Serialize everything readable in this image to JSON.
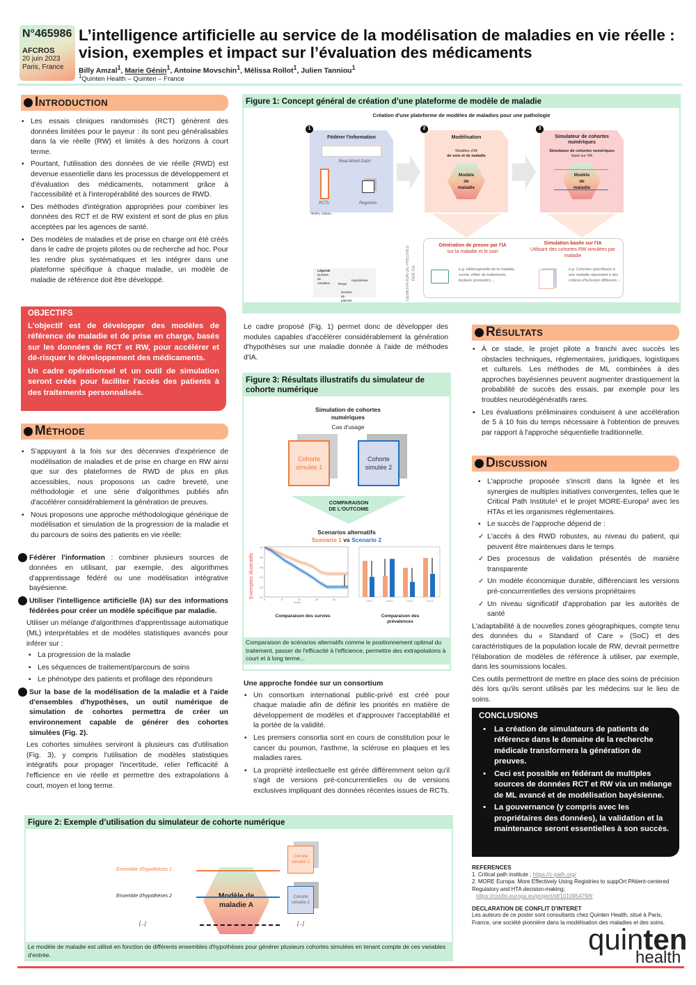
{
  "header": {
    "poster_number": "N°465986",
    "event": "AFCROS",
    "date": "20 juin 2023",
    "location": "Paris, France",
    "title_line1": "L’intelligence artificielle au service de la modélisation de maladies en vie réelle :",
    "title_line2": "vision, exemples et impact sur l’évaluation des médicaments",
    "authors": [
      {
        "name": "Billy Amzal",
        "sup": "1"
      },
      {
        "name": "Marie Génin",
        "sup": "1"
      },
      {
        "name": "Antoine Movschin",
        "sup": "1"
      },
      {
        "name": "Mélissa Rollot",
        "sup": "1"
      },
      {
        "name": "Julien Tanniou",
        "sup": "1"
      }
    ],
    "affiliation_sup": "1",
    "affiliation": "Quinten Health – Quinten – France"
  },
  "introduction": {
    "title": "Introduction",
    "bullets": [
      "Les essais cliniques randomisés (RCT) génèrent des données limitées pour le payeur : ils sont peu généralisables dans la vie réelle (RW) et limités à des horizons à court terme.",
      "Pourtant, l'utilisation des données de vie réelle (RWD) est devenue essentielle dans les processus de développement et d'évaluation des médicaments, notamment grâce à l'accessibilité et à l'interopérabilité des sources de RWD.",
      "Des méthodes d'intégration appropriées pour combiner les données des RCT et de RW existent et sont de plus en plus acceptées par les agences de santé.",
      "Des modèles de maladies et de prise en charge ont été créés dans le cadre de projets pilotes ou de recherche ad hoc. Pour les rendre plus systématiques et les intégrer dans une plateforme spécifique à chaque maladie, un modèle de maladie de référence doit être développé."
    ]
  },
  "objectifs": {
    "title": "OBJECTIFS",
    "p1": "L'objectif est de développer des modèles de référence de maladie et de prise en charge, basés sur les données de RCT et RW, pour accélérer et dé-risquer le développement des médicaments.",
    "p2": "Un cadre opérationnel et un outil de simulation seront créés pour faciliter l'accès des patients à des traitements personnalisés."
  },
  "methode": {
    "title": "Méthode",
    "bullets": [
      "S'appuyant à la fois sur des décennies d'expérience de modélisation de maladies et de prise en charge en RW ainsi que sur des plateformes de RWD de plus en plus accessibles, nous proposons un cadre breveté, une méthodologie et une série d'algorithmes publiés afin d'accélérer considérablement la génération de preuves.",
      "Nous proposons une approche méthodologique générique de modélisation et simulation de la progression de la maladie et du parcours de soins des patients en vie réelle:"
    ],
    "steps": [
      {
        "n": "1",
        "bold": "Fédérer l'information",
        "text": " : combiner plusieurs sources de données en utilisant, par exemple, des algorithmes d'apprentissage fédéré ou une modélisation intégrative bayésienne."
      },
      {
        "n": "2",
        "bold": "Utiliser l'intelligence artificielle (IA) sur des informations fédérées pour créer un modèle spécifique par maladie.",
        "text": ""
      },
      {
        "n": "3",
        "bold": "Sur la base de la modélisation de la maladie et à l'aide d'ensembles d'hypothèses, un outil numérique de simulation de cohortes permettra de créer un environnement capable de générer des cohortes simulées (Fig. 2).",
        "text": ""
      }
    ],
    "step2_text": "Utiliser un mélange d'algorithmes d'apprentissage automatique (ML) interprétables et de modèles statistiques avancés pour inférer sur :",
    "step2_bullets": [
      "La progression de la maladie",
      "Les séquences de traitement/parcours de soins",
      "Le phénotype des patients et profilage des répondeurs"
    ],
    "step3_text": "Les cohortes simulées serviront à plusieurs cas d'utilisation (Fig. 3), y compris l'utilisation de modèles statistiques intégratifs pour propager l'incertitude, relier l'efficacité à l'efficience en vie réelle et permettre des extrapolations à court, moyen et long terme."
  },
  "fig1": {
    "title": "Figure 1: Concept général de création d’une plateforme de modèle de maladie",
    "subtitle": "Création d'une plateforme de modèles de maladies pour une pathologie",
    "step1": "Fédérer l'information",
    "rwd": "Real-World Data*",
    "rcts": "RCTs",
    "registres": "Registres",
    "footnote": "*EHPs, Claims ...",
    "step2": "Modélisation",
    "step2_sub1": "Modèles d'IA",
    "step2_sub2": "de soin et de maladie",
    "model": "Modèle de maladie",
    "step3": "Simulateur de cohortes numériques",
    "step3_sub1": "Simulateur de cohortes numériques",
    "step3_sub2": "basé sur l'IA",
    "vertical": "GENERATION DE PREUVES PAR l'IA",
    "out1_title": "Génération de preuve par l'IA",
    "out1_sub": "sur la maladie et le soin",
    "out1_eg": "e.g. Hétérogénéité de la maladie, survie, effets de traitements, facteurs pronostics ...",
    "out2_title": "Simulation basée sur l'IA",
    "out2_sub": "Utilisant des cohortes RW simulées par maladie",
    "out2_eg": "e.g. Cohortes spécifiques à une maladie répondant à des critères d'inclusion différents ...",
    "legend_title": "Légende",
    "legend_vars": "Nombre de variables",
    "legend_time": "Temps",
    "legend_patients": "Nombre de patients",
    "legend_hyp": "Hypothèses"
  },
  "middle_text": "Le cadre proposé (Fig. 1) permet donc de développer des modules capables d'accélérer considérablement la génération d'hypothèses sur une maladie donnée à l'aide de méthodes d'IA.",
  "fig3": {
    "title": "Figure 3: Résultats illustratifs du simulateur de cohorte numérique",
    "sim_title": "Simulation de cohortes numériques",
    "sim_sub": "Cas d'usage",
    "cohort1": "Cohorte simulée 1",
    "cohort2": "Cohorte simulée 2",
    "compare": "COMPARAISON DE L'OUTCOME",
    "scen_title": "Scenarios alternatifs",
    "scen1": "Scenario 1",
    "vs": " vs ",
    "scen2": "Scenario 2",
    "ylabel": "Exemples illustratifs",
    "xlabel": "timeline",
    "chart1_label": "Comparaison des survies",
    "chart2_label": "Comparaison des prévalences",
    "caption": "Comparaison de scénarios alternatifs comme le positionnement optimal du traitement, passer de l'efficacité à l'efficience, permettre des extrapolations à court et à long terme...",
    "colors": {
      "scenario1": "#f4a27a",
      "scenario2": "#1f6fc0"
    }
  },
  "chart_data": [
    {
      "type": "line",
      "title": "Comparaison des survies",
      "xlabel": "timeline",
      "xlim": [
        0,
        24
      ],
      "ylim": [
        0,
        1
      ],
      "xticks": [
        "0",
        "5",
        "10",
        "15",
        "20"
      ],
      "yticks": [
        "0.0",
        "0.2",
        "0.4",
        "0.6",
        "0.8",
        "1.0"
      ],
      "series": [
        {
          "name": "Scenario 1",
          "x": [
            0,
            2,
            4,
            6,
            8,
            10,
            12,
            14,
            16,
            18,
            20,
            24
          ],
          "values": [
            1,
            0.95,
            0.88,
            0.82,
            0.76,
            0.7,
            0.66,
            0.6,
            0.5,
            0.46,
            0.46,
            0.46
          ]
        },
        {
          "name": "Scenario 2",
          "x": [
            0,
            2,
            4,
            6,
            8,
            10,
            12,
            14,
            16,
            18,
            20,
            24
          ],
          "values": [
            1,
            0.92,
            0.82,
            0.72,
            0.64,
            0.55,
            0.47,
            0.38,
            0.28,
            0.2,
            0.2,
            0.2
          ]
        }
      ]
    },
    {
      "type": "bar",
      "title": "Comparaison des prévalences",
      "categories": [
        "Cat 1",
        "Cat 2",
        "Cat 3",
        "Cat 4"
      ],
      "ylim": [
        0,
        1
      ],
      "series": [
        {
          "name": "Scenario 1",
          "values": [
            0.72,
            0.42,
            0.58,
            0.78
          ]
        },
        {
          "name": "Scenario 2",
          "values": [
            0.4,
            0.76,
            0.3,
            0.46
          ]
        }
      ]
    }
  ],
  "consortium": {
    "title": "Une approche fondée sur un consortium",
    "bullets": [
      "Un consortium international public-privé est créé pour chaque maladie afin de définir les priorités en matière de développement de modèles et d'approuver l'acceptabilité et la portée de la validité.",
      "Les premiers consortia sont en cours de constitution pour le cancer du poumon, l'asthme, la sclérose en plaques et les maladies rares.",
      "La propriété intellectuelle est gérée différemment selon qu'il s'agit de versions pré-concurrentielles ou de versions exclusives impliquant des données récentes issues de RCTs."
    ]
  },
  "fig2": {
    "title": "Figure 2: Exemple d’utilisation du simulateur de cohorte numérique",
    "hyp1": "Ensemble d'hypothèses 1",
    "hyp2": "Ensemble d'hypothèses 2",
    "etc": "[...]",
    "model": "Modèle de maladie A",
    "cohort1": "Cohorte simulée 1",
    "cohort2": "Cohorte simulée 2",
    "caption": "Le modèle de maladie est utilisé en fonction de différents ensembles d'hypothèses pour générer plusieurs cohortes simulées en tenant compte de ces variables d'entrée."
  },
  "resultats": {
    "title": "Résultats",
    "bullets": [
      "À ce stade, le projet pilote a franchi avec succès les obstacles techniques, réglementaires, juridiques, logistiques et culturels. Les méthodes de ML combinées à des approches bayésiennes peuvent augmenter drastiquement la probabilité de succès des essais, par exemple pour les troubles neurodégénératifs rares.",
      "Les évaluations préliminaires conduisent à une accélération de 5 à 10 fois du temps nécessaire à l'obtention de preuves par rapport à l'approche séquentielle traditionnelle."
    ]
  },
  "discussion": {
    "title": "Discussion",
    "bullets": [
      "L'approche proposée s'inscrit dans la lignée et les synergies de multiples initiatives convergentes, telles que le Critical Path Institute¹ et le projet MORE-Europa² avec les HTAs et les organismes réglementaires.",
      "Le succès de l’approche dépend de :"
    ],
    "checks": [
      "L'accès à des RWD robustes, au niveau du patient, qui peuvent être maintenues dans le temps",
      "Des processus de validation présentés de manière transparente",
      "Un modèle économique durable, différenciant les versions pré-concurrentielles des versions propriétaires",
      "Un niveau significatif d'approbation par les autorités de santé"
    ],
    "p1": "L'adaptabilité à de nouvelles zones géographiques, compte tenu des données du « Standard of Care » (SoC) et des caractéristiques de la population locale de RW, devrait permettre l'élaboration de modèles de référence à utiliser, par exemple, dans les soumissions locales.",
    "p2": "Ces outils permettront de mettre en place des soins de précision dès lors qu'ils seront utilisés par les médecins sur le lieu de soins."
  },
  "conclusions": {
    "title": "CONCLUSIONS",
    "bullets": [
      "La création de simulateurs de patients de référence dans le domaine de la recherche médicale transformera la génération de preuves.",
      "Ceci est possible en fédérant de multiples sources de données RCT et RW via un mélange de ML avancé et de modélisation bayésienne.",
      "La gouvernance (y compris avec les propriétaires des données), la validation et la maintenance seront essentielles à son succès."
    ]
  },
  "references": {
    "title": "REFERENCES",
    "r1": "1. Critical path institute ; ",
    "r1_link": "https://c-path.org/",
    "r2": "2. MORE Europa: More Effectively Using Registries to suppOrt PAtient-centered Regulatory and HTA decision-making;",
    "r2_link": "https://cordis.europa.eu/project/id/101095479/fr",
    "conflict_title": "DECLARATION DE CONFLIT D'INTERET",
    "conflict": "Les auteurs de ce poster sont consultants chez Quinten Health, situé à Paris, France, une société pionnière dans la modélisation des maladies et des soins."
  },
  "logo": {
    "part1": "quin",
    "part2": "ten",
    "part3": "health"
  }
}
